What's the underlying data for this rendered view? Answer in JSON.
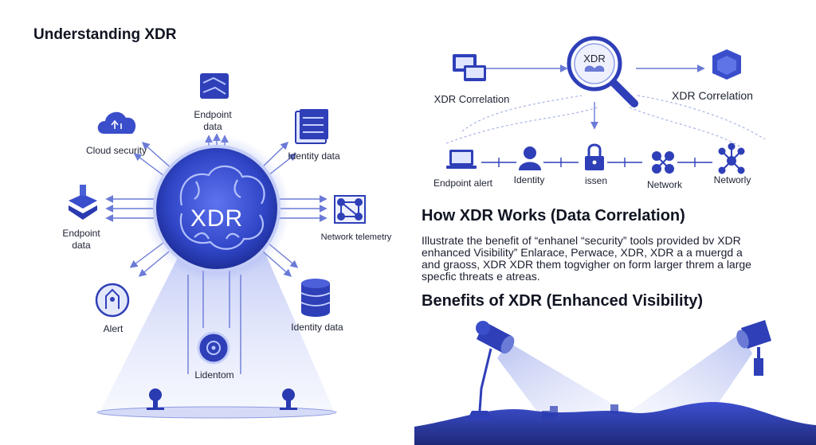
{
  "left": {
    "title": "Understanding XDR",
    "hub_label": "XDR",
    "nodes": {
      "endpoint_top": "Endpoint\ndata",
      "cloud": "Cloud security",
      "identity_top": "Identity data",
      "endpoint_left": "Endpoint\ndata",
      "network_telemetry": "Network telemetry",
      "alert": "Alert",
      "identity_bottom": "Identity data",
      "bottom_node": "Lidentom"
    }
  },
  "right": {
    "correlation": {
      "hub_label": "XDR",
      "left_label": "XDR Correlation",
      "right_label": "XDR Correlation",
      "chain": [
        "Endpoint alert",
        "Identity",
        "issen",
        "Network",
        "Networly"
      ]
    },
    "how_title": "How XDR Works (Data Correlation)",
    "how_lines": [
      "Illustrate the benefit of “enhanel “security” tools provided bv XDR",
      "enhanced Visibility”  Enlarace, Perwace, XDR, XDR a a muergd a",
      "and graoss, XDR XDR them togvigher on form larger threm a large",
      "specfic threats e atreas."
    ],
    "benefits_title": "Benefits of XDR (Enhanced Visibility)"
  },
  "colors": {
    "accent": "#3d4fd0",
    "accent_dark": "#27329a",
    "light_blue": "#c9d1f5",
    "navy": "#1e2a7a"
  }
}
